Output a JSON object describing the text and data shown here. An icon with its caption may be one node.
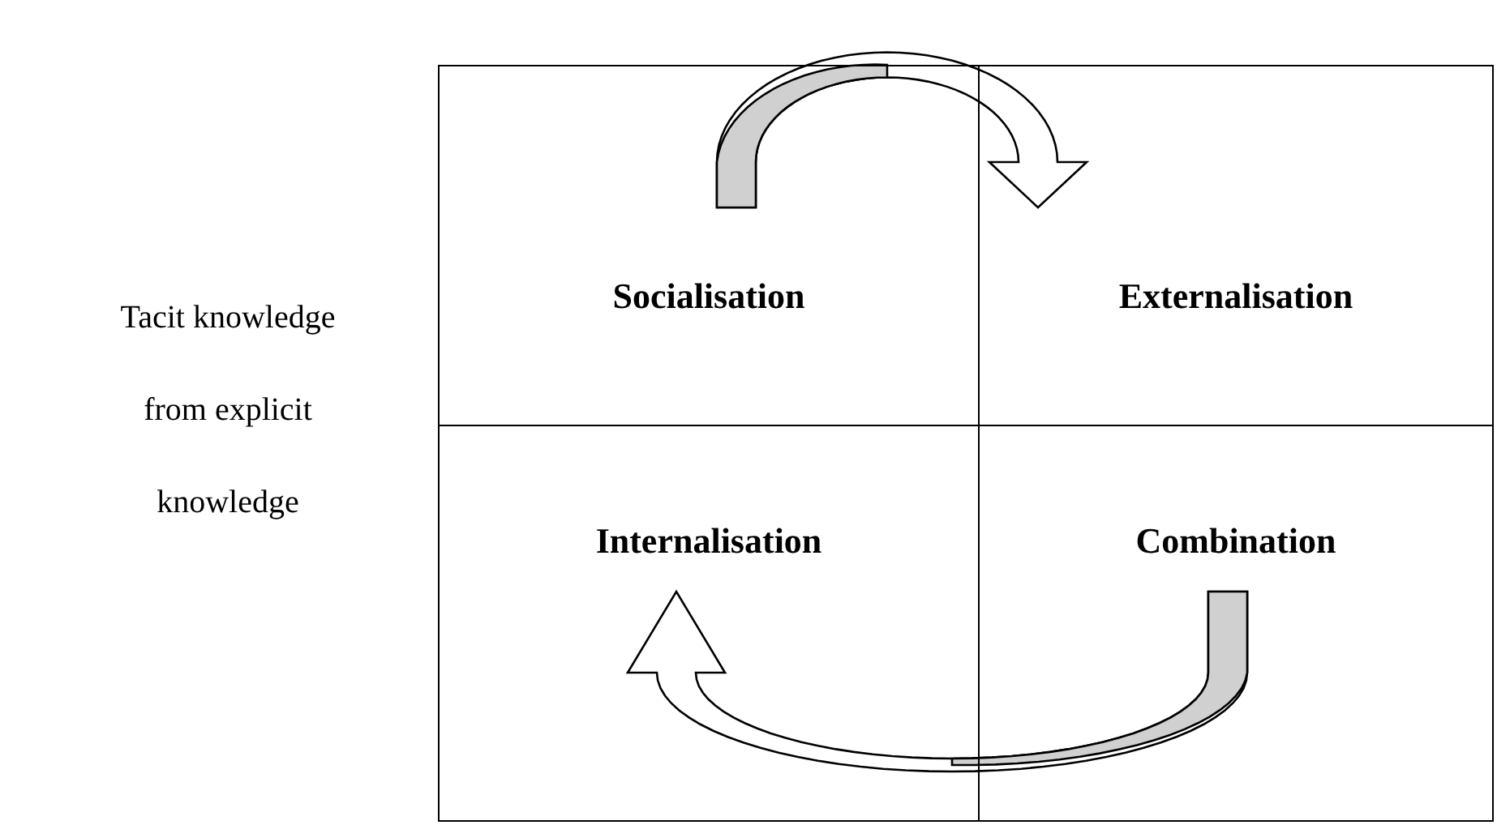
{
  "diagram": {
    "nodes": [
      {
        "text": [
          "Socialisation"
        ]
      },
      {
        "text": [
          "Externalisation"
        ]
      },
      {
        "text": [
          "Internalisation"
        ]
      },
      {
        "text": [
          "Combination"
        ]
      }
    ],
    "edges": [
      {
        "from": 0,
        "to": 1,
        "arrow": "to"
      },
      {
        "from": 3,
        "to": 2,
        "arrow": "to"
      }
    ],
    "labels": [
      "Tacit knowledge from explicit knowledge"
    ]
  }
}
